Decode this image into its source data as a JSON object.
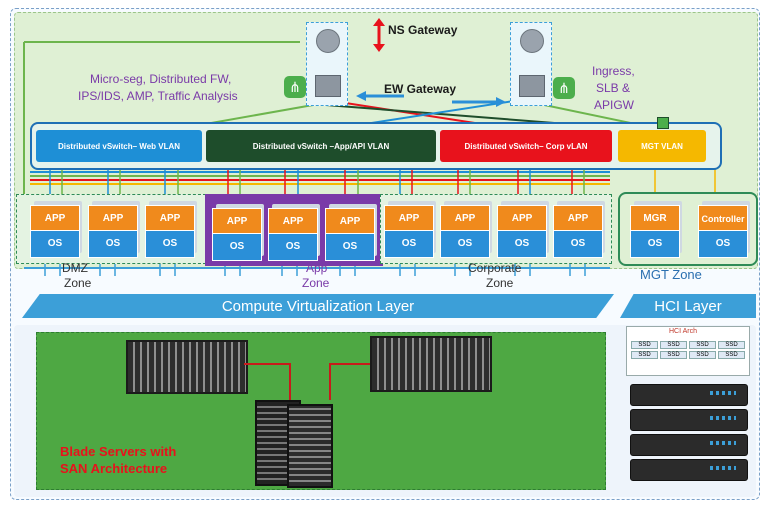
{
  "ns_gateway": "NS Gateway",
  "ew_gateway": "EW Gateway",
  "left_annotation": [
    "Micro-seg, Distributed FW,",
    "IPS/IDS, AMP, Traffic Analysis"
  ],
  "right_annotation": [
    "Ingress,",
    "SLB  &",
    "APIGW"
  ],
  "vlans": [
    {
      "label": "Distributed vSwitch– Web VLAN",
      "color": "#1e8fd6"
    },
    {
      "label": "Distributed vSwitch –App/API VLAN",
      "color": "#1e4d2b"
    },
    {
      "label": "Distributed vSwitch– Corp vLAN",
      "color": "#e8121c"
    },
    {
      "label": "MGT VLAN",
      "color": "#f5b800"
    }
  ],
  "vm": {
    "app": "APP",
    "os": "OS"
  },
  "mgt_boxes": {
    "mgr": "MGR",
    "controller": "Controller",
    "os": "OS"
  },
  "zones": {
    "dmz": [
      "DMZ",
      "Zone"
    ],
    "app": [
      "App",
      "Zone"
    ],
    "corp": [
      "Corporate",
      "Zone"
    ],
    "mgt": "MGT Zone"
  },
  "compute_layer": "Compute Virtualization Layer",
  "hci_layer": "HCI Layer",
  "hci_arch": {
    "title": "HCI Arch",
    "cell": "SSD"
  },
  "blade_label": [
    "Blade Servers with",
    "SAN Architecture"
  ],
  "colors": {
    "accent_blue": "#3c9fd8",
    "orange": "#f08a1c",
    "red": "#e8121c",
    "purple": "#7a3aa8"
  }
}
